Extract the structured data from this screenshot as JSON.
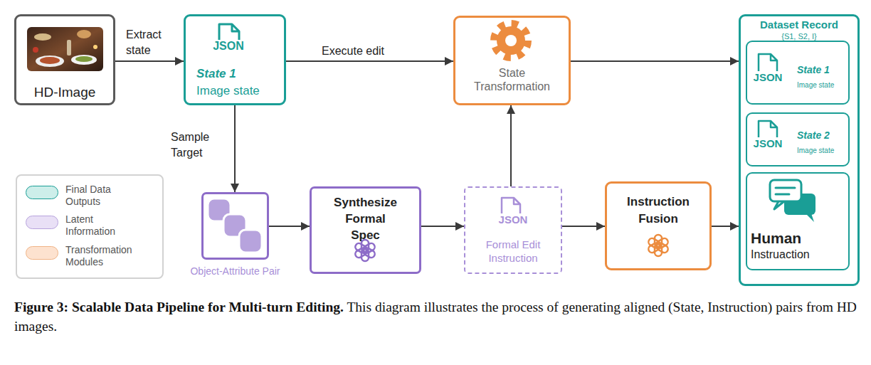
{
  "diagram": {
    "caption": "Figure 3: Scalable Data Pipeline for Multi-turn Editing. This diagram illustrates the process of generating aligned (State, Instruction) pairs from HD images.",
    "nodes": [
      {
        "text": [
          "HD-Image"
        ]
      },
      {
        "text": [
          "JSON",
          "State 1",
          "Image state"
        ]
      },
      {
        "text": [
          "State Transformation"
        ]
      },
      {
        "text": [
          "Dataset Record",
          "{S1, S2, I}"
        ]
      },
      {
        "text": [
          "JSON",
          "State 1",
          "Image state"
        ],
        "in": 3
      },
      {
        "text": [
          "JSON",
          "State 2",
          "Image state"
        ],
        "in": 3
      },
      {
        "text": [
          "Human",
          "Instruaction"
        ],
        "in": 3
      },
      {
        "text": [
          "Object-Attribute Pair"
        ]
      },
      {
        "text": [
          "Synthesize Formal Spec"
        ]
      },
      {
        "text": [
          "JSON",
          "Formal Edit Instruction"
        ]
      },
      {
        "text": [
          "Instruction Fusion"
        ]
      }
    ],
    "edges": [
      {
        "from": 0,
        "to": 1,
        "label": "Extract state",
        "arrow": "to"
      },
      {
        "from": 1,
        "to": 2,
        "label": "Execute edit",
        "arrow": "to"
      },
      {
        "from": 2,
        "to": 3,
        "arrow": "to"
      },
      {
        "from": 1,
        "to": 7,
        "label": "Sample Target",
        "arrow": "to"
      },
      {
        "from": 7,
        "to": 8,
        "arrow": "to"
      },
      {
        "from": 8,
        "to": 9,
        "arrow": "to"
      },
      {
        "from": 9,
        "to": 2,
        "arrow": "to"
      },
      {
        "from": 9,
        "to": 10,
        "arrow": "to"
      },
      {
        "from": 10,
        "to": 3,
        "arrow": "to"
      }
    ],
    "legend": [
      {
        "text": "Final Data Outputs",
        "color": "#cdeeea"
      },
      {
        "text": "Latent Information",
        "color": "#e9e0f6"
      },
      {
        "text": "Transformation Modules",
        "color": "#fde2cf"
      }
    ]
  }
}
